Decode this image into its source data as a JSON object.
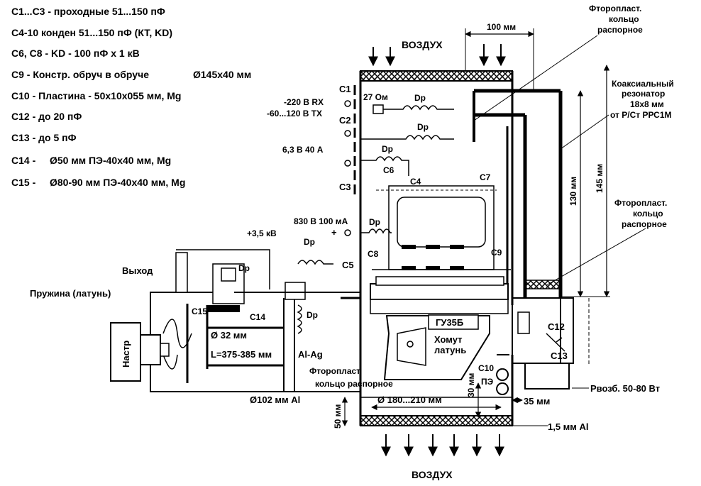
{
  "legend": [
    "С1...С3 - проходные 51...150 пФ",
    "С4-10 конден 51...150 пФ (КТ, KD)",
    "С6, С8 - KD - 100 пФ х 1 кВ",
    "С9 - Констр. обруч в обруче",
    "С10 - Пластина - 50х10х055 мм, Mg",
    "С12 - до 20 пФ",
    "С13 - до 5 пФ",
    "С14 -",
    "С15 -"
  ],
  "legend_tail": {
    "c9_size": "Ø145х40 мм",
    "c14_size": "Ø50 мм  ПЭ-40х40 мм, Mg",
    "c15_size": "Ø80-90 мм  ПЭ-40х40 мм, Mg"
  },
  "air": {
    "top": "ВОЗДУХ",
    "bottom": "ВОЗДУХ"
  },
  "dimensions": {
    "width_top": "100 мм",
    "height_130": "130 мм",
    "height_145": "145 мм",
    "height_30": "30 мм",
    "height_50": "50 мм",
    "dia_cavity": "Ø 180...210 мм",
    "dia_102": "Ø102 мм Al",
    "dia_32": "Ø 32 мм",
    "length": "L=375-385 мм",
    "w35": "35 мм",
    "wall": "1,5 мм Al"
  },
  "labels": {
    "ptfe_top": [
      "Фторопласт.",
      "кольцо",
      "распорное"
    ],
    "coax": [
      "Коаксиальный",
      "резонатор",
      "18х8 мм",
      "от Р/Ст РРС1М"
    ],
    "ptfe_right": [
      "Фторопласт.",
      "кольцо",
      "распорное"
    ],
    "ptfe_bottom": [
      "Фторопласт.",
      "кольцо распорное"
    ],
    "power": "Рвозб. 50-80 Вт",
    "spring": "Пружина (латунь)",
    "output": "Выход",
    "tuning": "Настр",
    "tube": "ГУ35Б",
    "clamp": [
      "Хомут",
      "латунь"
    ],
    "alag": "Al-Ag",
    "pe": "ПЭ",
    "rx": "-220 В RX",
    "tx": "-60...120 В ТХ",
    "fil": "6,3 В 40 А",
    "anode": "830 В 100 мА",
    "hv": "+3,5 кВ",
    "res": "27 Ом",
    "plus": "+"
  },
  "components": {
    "c1": "С1",
    "c2": "С2",
    "c3": "С3",
    "c4": "С4",
    "c5": "С5",
    "c6": "С6",
    "c7": "С7",
    "c8": "С8",
    "c9": "С9",
    "c10": "С10",
    "c12": "С12",
    "c13": "С13",
    "c14": "С14",
    "c15": "С15",
    "dr": "Dр"
  }
}
